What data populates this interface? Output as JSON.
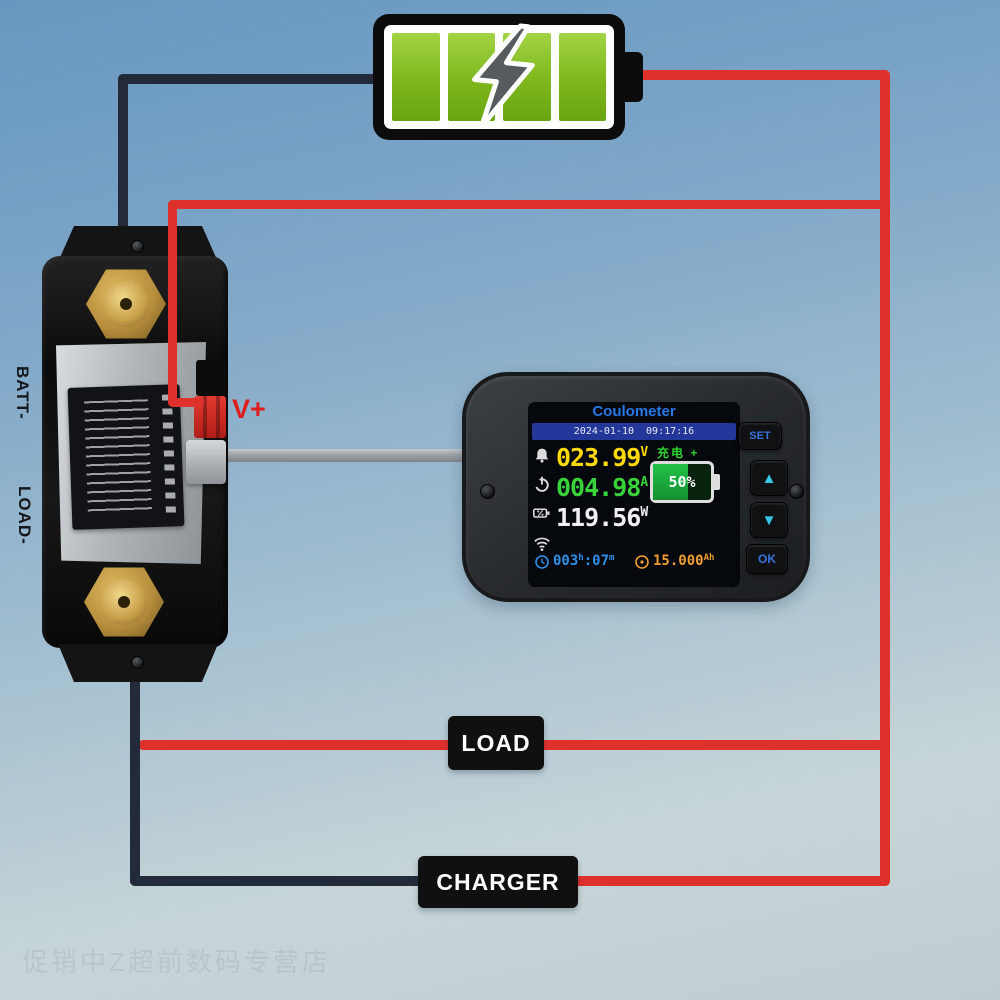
{
  "shunt": {
    "batt_label": "BATT-",
    "load_label": "LOAD-",
    "vplus_label": "V+"
  },
  "terminals": {
    "load_box": "LOAD",
    "charger_box": "CHARGER"
  },
  "meter": {
    "title": "Coulometer",
    "datetime": "2024-01-10  09:17:16",
    "voltage": {
      "value": "023.99",
      "unit": "V"
    },
    "current": {
      "value": "004.98",
      "unit": "A"
    },
    "power": {
      "value": "119.56",
      "unit": "W"
    },
    "charge_status": {
      "label": "充电",
      "sign": "+"
    },
    "soc": "50%",
    "runtime": {
      "h": "003",
      "h_unit": "h",
      "m": ":07",
      "m_unit": "m"
    },
    "capacity": {
      "value": "15.000",
      "unit": "Ah"
    },
    "buttons": {
      "set": "SET",
      "up": "▲",
      "down": "▼",
      "ok": "OK"
    }
  },
  "icons": {
    "display_left_column": [
      "alarm-bell-icon",
      "auto-power-icon",
      "battery-percent-icon",
      "wifi-icon"
    ],
    "runtime_icon": "clock-icon",
    "capacity_icon": "capacity-circle-icon",
    "battery_symbol": "charging-battery-icon"
  },
  "colors": {
    "wire_negative": "#232b3a",
    "wire_positive": "#df312c",
    "battery_green": "#7db71b",
    "value_yellow": "#ffd908",
    "value_green": "#38d33a",
    "soc_green": "#22c246",
    "accent_blue": "#2a76e6",
    "time_blue": "#2f8fe8",
    "capacity_orange": "#f0a030"
  },
  "watermark": "促销中Z超前数码专营店"
}
